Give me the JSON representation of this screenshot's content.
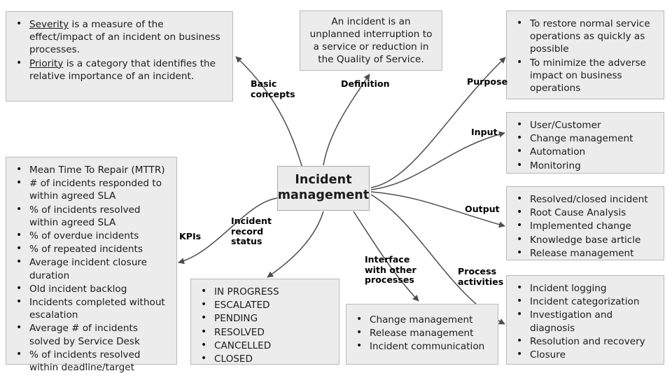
{
  "diagram": {
    "title": "Incident management mind map",
    "center": {
      "label": "Incident\nmanagement"
    },
    "colors": {
      "node_fill": "#ececec",
      "node_border": "#b9b9b9",
      "edge": "#4d4d4d",
      "text": "#1b1b1b"
    },
    "edge_labels": {
      "basic_concepts": "Basic\nconcepts",
      "definition": "Definition",
      "purpose": "Purpose",
      "input": "Input",
      "output": "Output",
      "process_activities": "Process\nactivities",
      "interface": "Interface\nwith other\nprocesses",
      "incident_record_status": "Incident\nrecord\nstatus",
      "kpis": "KPIs"
    },
    "nodes": {
      "basic_concepts": {
        "items": [
          {
            "lead": "Severity",
            "rest": " is a measure of the effect/impact of an incident on business processes."
          },
          {
            "lead": "Priority",
            "rest": " is a category that identifies the relative importance of an incident."
          }
        ]
      },
      "definition": {
        "text": "An incident is an unplanned interruption to a service or reduction in the Quality of Service."
      },
      "purpose": {
        "items": [
          "To restore normal service operations as quickly as possible",
          "To minimize the adverse impact on business operations"
        ]
      },
      "input": {
        "items": [
          "User/Customer",
          "Change management",
          "Automation",
          "Monitoring"
        ]
      },
      "output": {
        "items": [
          "Resolved/closed incident",
          "Root Cause Analysis",
          "Implemented change",
          "Knowledge base article",
          "Release management"
        ]
      },
      "process_activities": {
        "items": [
          "Incident logging",
          "Incident categorization",
          "Investigation and diagnosis",
          "Resolution and recovery",
          "Closure"
        ]
      },
      "interface_with_other_processes": {
        "items": [
          "Change management",
          "Release management",
          "Incident communication"
        ]
      },
      "incident_record_status": {
        "items": [
          "IN PROGRESS",
          "ESCALATED",
          "PENDING",
          "RESOLVED",
          "CANCELLED",
          "CLOSED"
        ]
      },
      "kpis": {
        "items": [
          "Mean Time To Repair (MTTR)",
          "# of incidents responded to within agreed SLA",
          "% of incidents resolved within agreed SLA",
          "% of overdue incidents",
          "% of repeated incidents",
          "Average incident closure duration",
          "Old incident backlog",
          "Incidents completed without escalation",
          "Average # of incidents solved by Service Desk",
          "% of incidents resolved within deadline/target"
        ]
      }
    }
  }
}
